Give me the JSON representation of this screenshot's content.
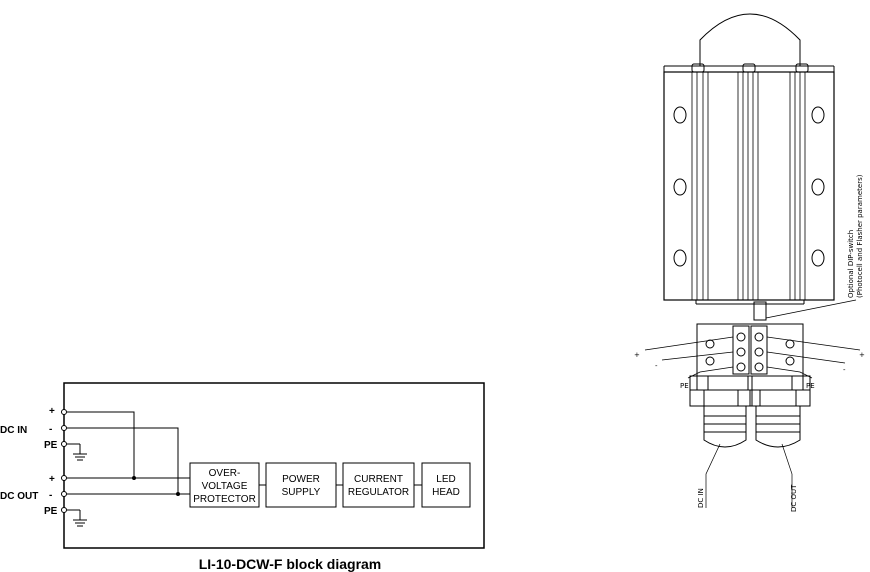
{
  "block_diagram": {
    "caption": "LI-10-DCW-F block diagram",
    "terminals": {
      "plus_top": "+",
      "dc_in": "DC IN",
      "minus_top": "-",
      "pe_top": "PE",
      "plus_bottom": "+",
      "dc_out": "DC OUT",
      "minus_bottom": "-",
      "pe_bottom": "PE"
    },
    "blocks": [
      {
        "lines": [
          "OVER-",
          "VOLTAGE",
          "PROTECTOR"
        ]
      },
      {
        "lines": [
          "POWER",
          "SUPPLY"
        ]
      },
      {
        "lines": [
          "CURRENT",
          "REGULATOR"
        ]
      },
      {
        "lines": [
          "LED",
          "HEAD"
        ]
      }
    ]
  },
  "device_drawing": {
    "dip_switch_note_1": "Optional DIP-switch",
    "dip_switch_note_2": "(Photocell and Flasher parameters)",
    "terminal_labels": {
      "plus_left": "+",
      "minus_left": "-",
      "pe_left": "PE",
      "plus_right": "+",
      "minus_right": "-",
      "pe_right": "PE"
    },
    "gland_labels": {
      "dc_in": "DC IN",
      "dc_out": "DC OUT"
    }
  }
}
